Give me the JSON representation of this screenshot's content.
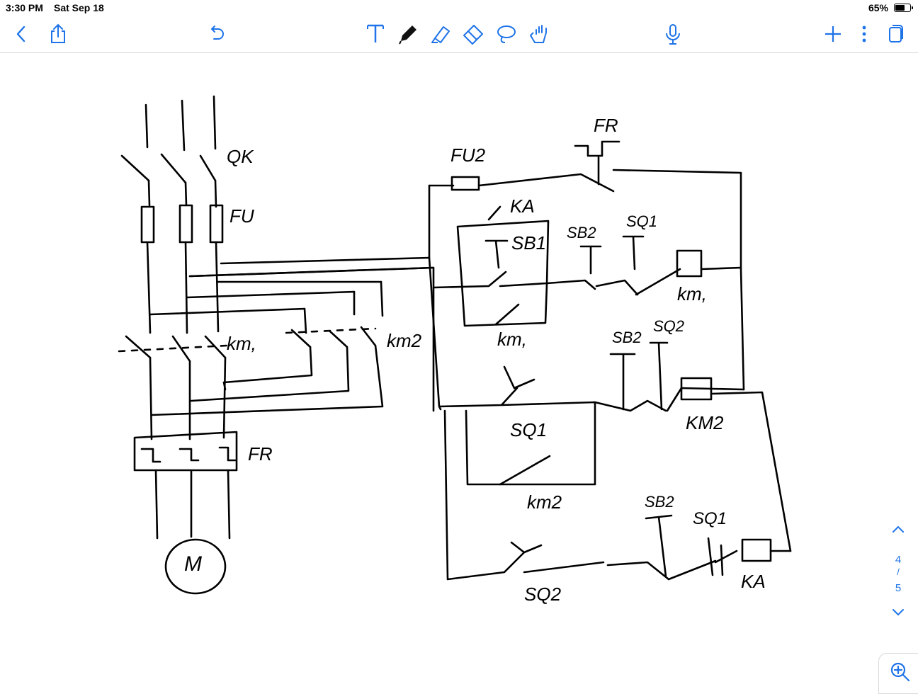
{
  "status_bar": {
    "time": "3:30 PM",
    "date": "Sat Sep 18",
    "battery_percent": "65%"
  },
  "toolbar": {
    "left_icons": [
      "back-icon",
      "share-icon",
      "undo-icon"
    ],
    "center_tools": [
      "text-tool-icon",
      "pen-icon",
      "highlighter-icon",
      "eraser-icon",
      "lasso-icon",
      "hand-touch-icon"
    ],
    "right_icons": [
      "microphone-icon",
      "add-icon",
      "more-icon",
      "pages-icon"
    ],
    "accent_color": "#1e73e8"
  },
  "drawing": {
    "labels": {
      "qk": "QK",
      "fu": "FU",
      "km1_main": "km,",
      "km2_main": "km2",
      "fr_main": "FR",
      "motor": "M",
      "fr_ctrl": "FR",
      "fu2": "FU2",
      "ka_contact": "KA",
      "sb1": "SB1",
      "sb2_a": "SB2",
      "sq1_a": "SQ1",
      "km1_coil": "km,",
      "km1_aux": "km,",
      "sb2_b": "SB2",
      "sq2_b": "SQ2",
      "km2_coil": "KM2",
      "sq1_c": "SQ1",
      "km2_aux": "km2",
      "sb2_c": "SB2",
      "sq1_d": "SQ1",
      "sq2_c": "SQ2",
      "ka_coil": "KA"
    },
    "ink_color": "#000000"
  },
  "pager": {
    "current_page": "4",
    "separator": "/",
    "total_pages": "5"
  },
  "zoom_icon": "zoom-in-icon"
}
